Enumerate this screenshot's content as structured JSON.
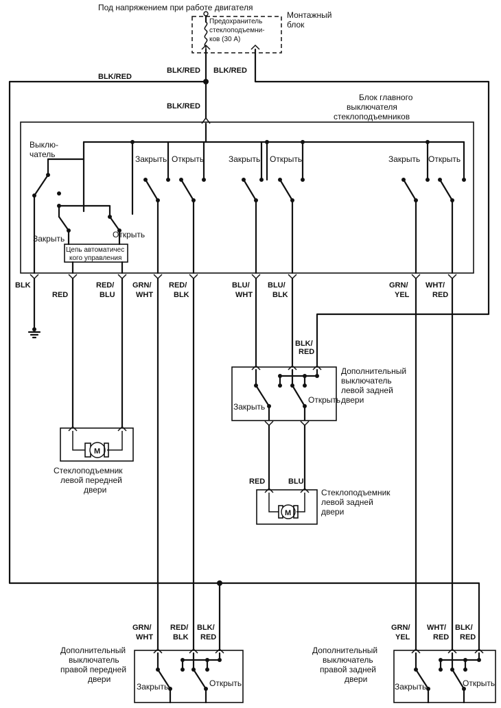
{
  "supply_title": "Под напряжением при работе двигателя",
  "fuse_box": {
    "name_line1": "Монтажный",
    "name_line2": "блок",
    "fuse_line1": "Предохранитель",
    "fuse_line2": "стеклоподъемни-",
    "fuse_line3": "ков (30 А)",
    "wire_left": "BLK/RED",
    "wire_right": "BLK/RED"
  },
  "wires": {
    "main_feed": "BLK/RED",
    "bus_left": "BLK/RED",
    "rear_left_feed_1": "BLK/",
    "rear_left_feed_2": "RED"
  },
  "main_switch": {
    "title_line1": "Блок главного",
    "title_line2": "выключателя",
    "title_line3": "стеклоподъемников",
    "switch_line1": "Выклю-",
    "switch_line2": "чатель",
    "auto_line1": "Цепь автоматичес",
    "auto_line2": "кого управления",
    "close": "Закрыть",
    "open": "Открыть"
  },
  "outputs": [
    {
      "line1": "BLK",
      "line2": ""
    },
    {
      "line1": "RED",
      "line2": ""
    },
    {
      "line1": "RED/",
      "line2": "BLU"
    },
    {
      "line1": "GRN/",
      "line2": "WHT"
    },
    {
      "line1": "RED/",
      "line2": "BLK"
    },
    {
      "line1": "BLU/",
      "line2": "WHT"
    },
    {
      "line1": "BLU/",
      "line2": "BLK"
    },
    {
      "line1": "GRN/",
      "line2": "YEL"
    },
    {
      "line1": "WHT/",
      "line2": "RED"
    }
  ],
  "rear_left_switch": {
    "title_line1": "Дополнительный",
    "title_line2": "выключатель",
    "title_line3": "левой задней",
    "title_line4": "двери",
    "close": "Закрыть",
    "open": "Открыть"
  },
  "front_left_motor": {
    "label_line1": "Стеклоподъемник",
    "label_line2": "левой передней",
    "label_line3": "двери",
    "symbol": "M"
  },
  "rear_left_motor": {
    "label_line1": "Стеклоподъемник",
    "label_line2": "левой задней",
    "label_line3": "двери",
    "wire_left": "RED",
    "wire_right": "BLU",
    "symbol": "M"
  },
  "front_right_switch": {
    "title_line1": "Дополнительный",
    "title_line2": "выключатель",
    "title_line3": "правой передней",
    "title_line4": "двери",
    "close": "Закрыть",
    "open": "Открыть",
    "wires": [
      {
        "line1": "GRN/",
        "line2": "WHT"
      },
      {
        "line1": "RED/",
        "line2": "BLK"
      },
      {
        "line1": "BLK/",
        "line2": "RED"
      }
    ]
  },
  "rear_right_switch": {
    "title_line1": "Дополнительный",
    "title_line2": "выключатель",
    "title_line3": "правой задней",
    "title_line4": "двери",
    "close": "Закрыть",
    "open": "Открыть",
    "wires": [
      {
        "line1": "GRN/",
        "line2": "YEL"
      },
      {
        "line1": "WHT/",
        "line2": "RED"
      },
      {
        "line1": "BLK/",
        "line2": "RED"
      }
    ]
  }
}
